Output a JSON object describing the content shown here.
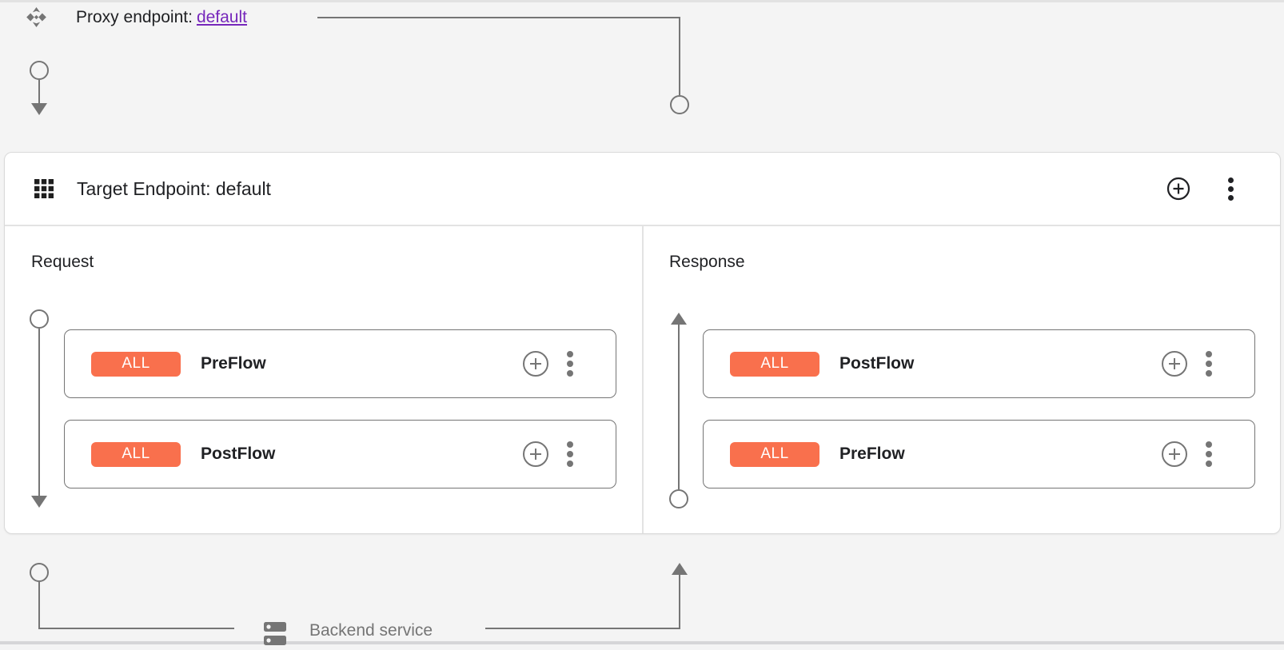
{
  "colors": {
    "background": "#f4f4f4",
    "card_background": "#ffffff",
    "accent_orange": "#f9704d",
    "link_purple": "#7627bb",
    "connector_gray": "#757575",
    "divider_gray": "#e3e3e3",
    "row_border_gray": "#757575",
    "text_dark": "#202124",
    "text_gray": "#757575"
  },
  "icons": {
    "proxy_endpoint": "proxy-endpoint-diamond-arrows",
    "target_endpoint": "grid-3x3",
    "add": "plus-in-circle",
    "menu": "vertical-three-dots",
    "backend": "dns-server-stack"
  },
  "proxy_endpoint": {
    "label": "Proxy endpoint:",
    "link_text": "default"
  },
  "target_endpoint": {
    "title": "Target Endpoint: default"
  },
  "request_pane": {
    "title": "Request",
    "flows": [
      {
        "badge": "ALL",
        "name": "PreFlow"
      },
      {
        "badge": "ALL",
        "name": "PostFlow"
      }
    ]
  },
  "response_pane": {
    "title": "Response",
    "flows": [
      {
        "badge": "ALL",
        "name": "PostFlow"
      },
      {
        "badge": "ALL",
        "name": "PreFlow"
      }
    ]
  },
  "backend_service": {
    "label": "Backend service"
  }
}
